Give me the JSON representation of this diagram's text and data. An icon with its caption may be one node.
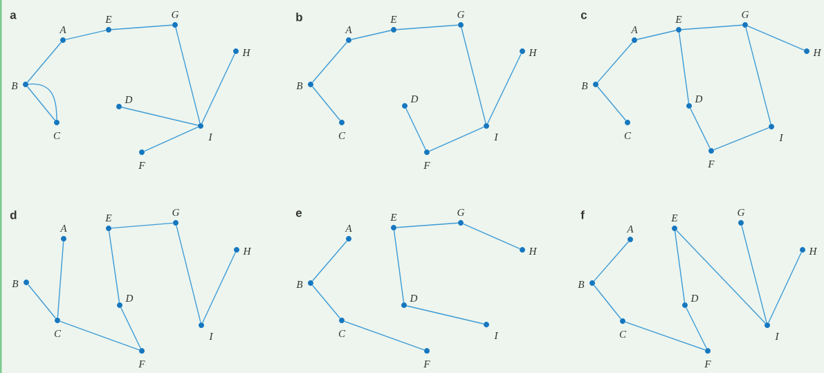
{
  "diagram": {
    "nodes": [
      {
        "text": [],
        "shape": "circle",
        "beside": [
          "A"
        ]
      },
      {
        "text": [],
        "shape": "circle",
        "beside": [
          "B"
        ]
      },
      {
        "text": [],
        "shape": "circle",
        "beside": [
          "C"
        ]
      },
      {
        "text": [],
        "shape": "circle",
        "beside": [
          "D"
        ]
      },
      {
        "text": [],
        "shape": "circle",
        "beside": [
          "E"
        ]
      },
      {
        "text": [],
        "shape": "circle",
        "beside": [
          "F"
        ]
      },
      {
        "text": [],
        "shape": "circle",
        "beside": [
          "G"
        ]
      },
      {
        "text": [],
        "shape": "circle",
        "beside": [
          "H"
        ]
      },
      {
        "text": [],
        "shape": "circle",
        "beside": [
          "I"
        ]
      },
      {
        "text": [],
        "shape": "circle",
        "beside": [
          "A"
        ]
      },
      {
        "text": [],
        "shape": "circle",
        "beside": [
          "B"
        ]
      },
      {
        "text": [],
        "shape": "circle",
        "beside": [
          "C"
        ]
      },
      {
        "text": [],
        "shape": "circle",
        "beside": [
          "D"
        ]
      },
      {
        "text": [],
        "shape": "circle",
        "beside": [
          "E"
        ]
      },
      {
        "text": [],
        "shape": "circle",
        "beside": [
          "F"
        ]
      },
      {
        "text": [],
        "shape": "circle",
        "beside": [
          "G"
        ]
      },
      {
        "text": [],
        "shape": "circle",
        "beside": [
          "H"
        ]
      },
      {
        "text": [],
        "shape": "circle",
        "beside": [
          "I"
        ]
      },
      {
        "text": [],
        "shape": "circle",
        "beside": [
          "A"
        ]
      },
      {
        "text": [],
        "shape": "circle",
        "beside": [
          "B"
        ]
      },
      {
        "text": [],
        "shape": "circle",
        "beside": [
          "C"
        ]
      },
      {
        "text": [],
        "shape": "circle",
        "beside": [
          "D"
        ]
      },
      {
        "text": [],
        "shape": "circle",
        "beside": [
          "E"
        ]
      },
      {
        "text": [],
        "shape": "circle",
        "beside": [
          "F"
        ]
      },
      {
        "text": [],
        "shape": "circle",
        "beside": [
          "G"
        ]
      },
      {
        "text": [],
        "shape": "circle",
        "beside": [
          "H"
        ]
      },
      {
        "text": [],
        "shape": "circle",
        "beside": [
          "I"
        ]
      },
      {
        "text": [],
        "shape": "circle",
        "beside": [
          "A"
        ]
      },
      {
        "text": [],
        "shape": "circle",
        "beside": [
          "B"
        ]
      },
      {
        "text": [],
        "shape": "circle",
        "beside": [
          "C"
        ]
      },
      {
        "text": [],
        "shape": "circle",
        "beside": [
          "D"
        ]
      },
      {
        "text": [],
        "shape": "circle",
        "beside": [
          "E"
        ]
      },
      {
        "text": [],
        "shape": "circle",
        "beside": [
          "F"
        ]
      },
      {
        "text": [],
        "shape": "circle",
        "beside": [
          "G"
        ]
      },
      {
        "text": [],
        "shape": "circle",
        "beside": [
          "H"
        ]
      },
      {
        "text": [],
        "shape": "circle",
        "beside": [
          "I"
        ]
      },
      {
        "text": [],
        "shape": "circle",
        "beside": [
          "A"
        ]
      },
      {
        "text": [],
        "shape": "circle",
        "beside": [
          "B"
        ]
      },
      {
        "text": [],
        "shape": "circle",
        "beside": [
          "C"
        ]
      },
      {
        "text": [],
        "shape": "circle",
        "beside": [
          "D"
        ]
      },
      {
        "text": [],
        "shape": "circle",
        "beside": [
          "E"
        ]
      },
      {
        "text": [],
        "shape": "circle",
        "beside": [
          "F"
        ]
      },
      {
        "text": [],
        "shape": "circle",
        "beside": [
          "G"
        ]
      },
      {
        "text": [],
        "shape": "circle",
        "beside": [
          "H"
        ]
      },
      {
        "text": [],
        "shape": "circle",
        "beside": [
          "I"
        ]
      },
      {
        "text": [],
        "shape": "circle",
        "beside": [
          "A"
        ]
      },
      {
        "text": [],
        "shape": "circle",
        "beside": [
          "B"
        ]
      },
      {
        "text": [],
        "shape": "circle",
        "beside": [
          "C"
        ]
      },
      {
        "text": [],
        "shape": "circle",
        "beside": [
          "D"
        ]
      },
      {
        "text": [],
        "shape": "circle",
        "beside": [
          "E"
        ]
      },
      {
        "text": [],
        "shape": "circle",
        "beside": [
          "F"
        ]
      },
      {
        "text": [],
        "shape": "circle",
        "beside": [
          "G"
        ]
      },
      {
        "text": [],
        "shape": "circle",
        "beside": [
          "H"
        ]
      },
      {
        "text": [],
        "shape": "circle",
        "beside": [
          "I"
        ]
      }
    ],
    "edges": [
      {
        "from": 0,
        "to": 4,
        "arrow": "none"
      },
      {
        "from": 4,
        "to": 6,
        "arrow": "none"
      },
      {
        "from": 0,
        "to": 1,
        "arrow": "none"
      },
      {
        "from": 1,
        "to": 2,
        "arrow": "none"
      },
      {
        "from": 1,
        "to": 2,
        "arrow": "none"
      },
      {
        "from": 6,
        "to": 8,
        "arrow": "none"
      },
      {
        "from": 7,
        "to": 8,
        "arrow": "none"
      },
      {
        "from": 3,
        "to": 8,
        "arrow": "none"
      },
      {
        "from": 5,
        "to": 8,
        "arrow": "none"
      },
      {
        "from": 9,
        "to": 13,
        "arrow": "none"
      },
      {
        "from": 13,
        "to": 15,
        "arrow": "none"
      },
      {
        "from": 9,
        "to": 10,
        "arrow": "none"
      },
      {
        "from": 10,
        "to": 11,
        "arrow": "none"
      },
      {
        "from": 15,
        "to": 17,
        "arrow": "none"
      },
      {
        "from": 16,
        "to": 17,
        "arrow": "none"
      },
      {
        "from": 12,
        "to": 14,
        "arrow": "none"
      },
      {
        "from": 14,
        "to": 17,
        "arrow": "none"
      },
      {
        "from": 18,
        "to": 22,
        "arrow": "none"
      },
      {
        "from": 22,
        "to": 24,
        "arrow": "none"
      },
      {
        "from": 24,
        "to": 25,
        "arrow": "none"
      },
      {
        "from": 18,
        "to": 19,
        "arrow": "none"
      },
      {
        "from": 19,
        "to": 20,
        "arrow": "none"
      },
      {
        "from": 22,
        "to": 21,
        "arrow": "none"
      },
      {
        "from": 21,
        "to": 23,
        "arrow": "none"
      },
      {
        "from": 23,
        "to": 26,
        "arrow": "none"
      },
      {
        "from": 24,
        "to": 26,
        "arrow": "none"
      },
      {
        "from": 27,
        "to": 29,
        "arrow": "none"
      },
      {
        "from": 28,
        "to": 29,
        "arrow": "none"
      },
      {
        "from": 29,
        "to": 32,
        "arrow": "none"
      },
      {
        "from": 30,
        "to": 32,
        "arrow": "none"
      },
      {
        "from": 31,
        "to": 30,
        "arrow": "none"
      },
      {
        "from": 31,
        "to": 33,
        "arrow": "none"
      },
      {
        "from": 33,
        "to": 35,
        "arrow": "none"
      },
      {
        "from": 34,
        "to": 35,
        "arrow": "none"
      },
      {
        "from": 36,
        "to": 37,
        "arrow": "none"
      },
      {
        "from": 37,
        "to": 38,
        "arrow": "none"
      },
      {
        "from": 38,
        "to": 41,
        "arrow": "none"
      },
      {
        "from": 40,
        "to": 42,
        "arrow": "none"
      },
      {
        "from": 42,
        "to": 43,
        "arrow": "none"
      },
      {
        "from": 40,
        "to": 39,
        "arrow": "none"
      },
      {
        "from": 39,
        "to": 44,
        "arrow": "none"
      },
      {
        "from": 45,
        "to": 46,
        "arrow": "none"
      },
      {
        "from": 46,
        "to": 47,
        "arrow": "none"
      },
      {
        "from": 47,
        "to": 50,
        "arrow": "none"
      },
      {
        "from": 48,
        "to": 50,
        "arrow": "none"
      },
      {
        "from": 49,
        "to": 48,
        "arrow": "none"
      },
      {
        "from": 49,
        "to": 53,
        "arrow": "none"
      },
      {
        "from": 51,
        "to": 53,
        "arrow": "none"
      },
      {
        "from": 52,
        "to": 53,
        "arrow": "none"
      }
    ],
    "labels": [
      "a",
      "b",
      "c",
      "d",
      "e",
      "f"
    ]
  }
}
